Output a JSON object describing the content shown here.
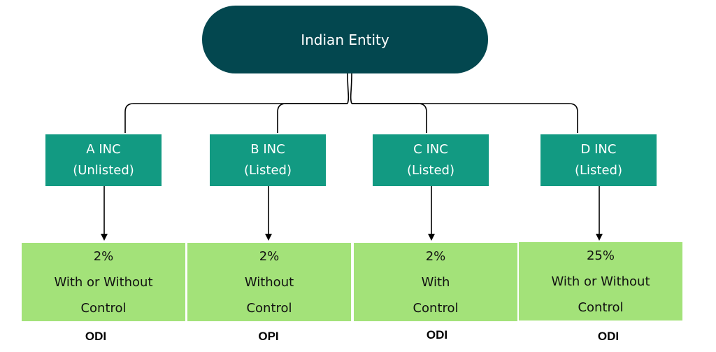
{
  "root": {
    "label": "Indian Entity"
  },
  "entities": [
    {
      "name": "A INC",
      "status": "(Unlisted)",
      "percent": "2%",
      "condition": "With or Without",
      "control": "Control",
      "route": "ODI"
    },
    {
      "name": "B INC",
      "status": "(Listed)",
      "percent": "2%",
      "condition": "Without",
      "control": "Control",
      "route": "OPI"
    },
    {
      "name": "C INC",
      "status": "(Listed)",
      "percent": "2%",
      "condition": "With",
      "control": "Control",
      "route": "ODI"
    },
    {
      "name": "D INC",
      "status": "(Listed)",
      "percent": "25%",
      "condition": "With or Without",
      "control": "Control",
      "route": "ODI"
    }
  ],
  "colors": {
    "root_fill": "#03474f",
    "entity_fill": "#129a82",
    "info_fill": "#a3e279",
    "connector": "#000000"
  }
}
